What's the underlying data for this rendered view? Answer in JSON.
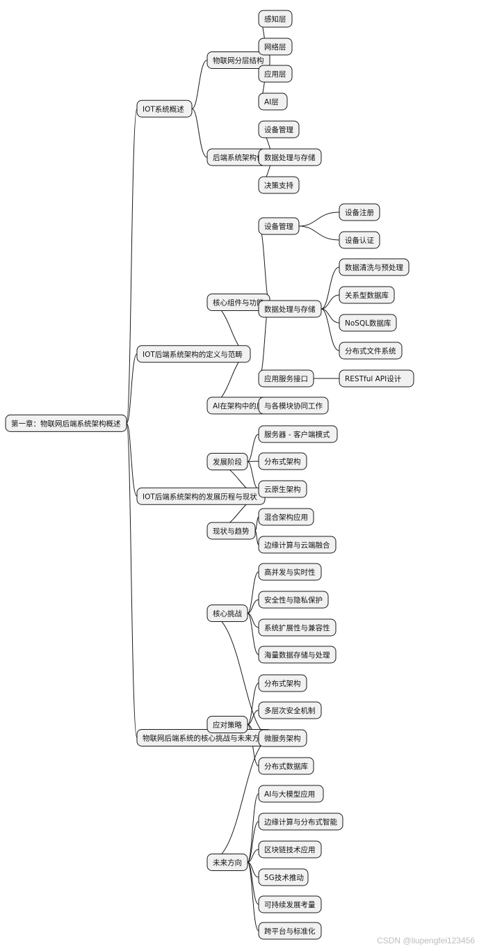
{
  "mindmap": {
    "root": {
      "label": "第一章：物联网后端系统架构概述",
      "children": [
        {
          "label": "IOT系统概述",
          "children": [
            {
              "label": "物联网分层结构",
              "children": [
                {
                  "label": "感知层"
                },
                {
                  "label": "网络层"
                },
                {
                  "label": "应用层"
                },
                {
                  "label": "AI层"
                }
              ]
            },
            {
              "label": "后端系统架构作用",
              "children": [
                {
                  "label": "设备管理"
                },
                {
                  "label": "数据处理与存储"
                },
                {
                  "label": "决策支持"
                }
              ]
            }
          ]
        },
        {
          "label": "IOT后端系统架构的定义与范畴",
          "children": [
            {
              "label": "核心组件与功能",
              "children": [
                {
                  "label": "设备管理",
                  "children": [
                    {
                      "label": "设备注册"
                    },
                    {
                      "label": "设备认证"
                    }
                  ]
                },
                {
                  "label": "数据处理与存储",
                  "children": [
                    {
                      "label": "数据清洗与预处理"
                    },
                    {
                      "label": "关系型数据库"
                    },
                    {
                      "label": "NoSQL数据库"
                    },
                    {
                      "label": "分布式文件系统"
                    }
                  ]
                },
                {
                  "label": "应用服务接口",
                  "children": [
                    {
                      "label": "RESTful API设计"
                    }
                  ]
                }
              ]
            },
            {
              "label": "AI在架构中的应用",
              "children": [
                {
                  "label": "与各模块协同工作"
                }
              ]
            }
          ]
        },
        {
          "label": "IOT后端系统架构的发展历程与现状",
          "children": [
            {
              "label": "发展阶段",
              "children": [
                {
                  "label": "服务器 - 客户端模式"
                },
                {
                  "label": "分布式架构"
                },
                {
                  "label": "云原生架构"
                }
              ]
            },
            {
              "label": "现状与趋势",
              "children": [
                {
                  "label": "混合架构应用"
                },
                {
                  "label": "边缘计算与云端融合"
                }
              ]
            }
          ]
        },
        {
          "label": "物联网后端系统的核心挑战与未来方向",
          "children": [
            {
              "label": "核心挑战",
              "children": [
                {
                  "label": "高并发与实时性"
                },
                {
                  "label": "安全性与隐私保护"
                },
                {
                  "label": "系统扩展性与兼容性"
                },
                {
                  "label": "海量数据存储与处理"
                }
              ]
            },
            {
              "label": "应对策略",
              "children": [
                {
                  "label": "分布式架构"
                },
                {
                  "label": "多层次安全机制"
                },
                {
                  "label": "微服务架构"
                },
                {
                  "label": "分布式数据库"
                }
              ]
            },
            {
              "label": "未来方向",
              "children": [
                {
                  "label": "AI与大模型应用"
                },
                {
                  "label": "边缘计算与分布式智能"
                },
                {
                  "label": "区块链技术应用"
                },
                {
                  "label": "5G技术推动"
                },
                {
                  "label": "可持续发展考量"
                },
                {
                  "label": "跨平台与标准化"
                }
              ]
            }
          ]
        }
      ]
    },
    "watermark": "CSDN @liupengfei123456"
  }
}
